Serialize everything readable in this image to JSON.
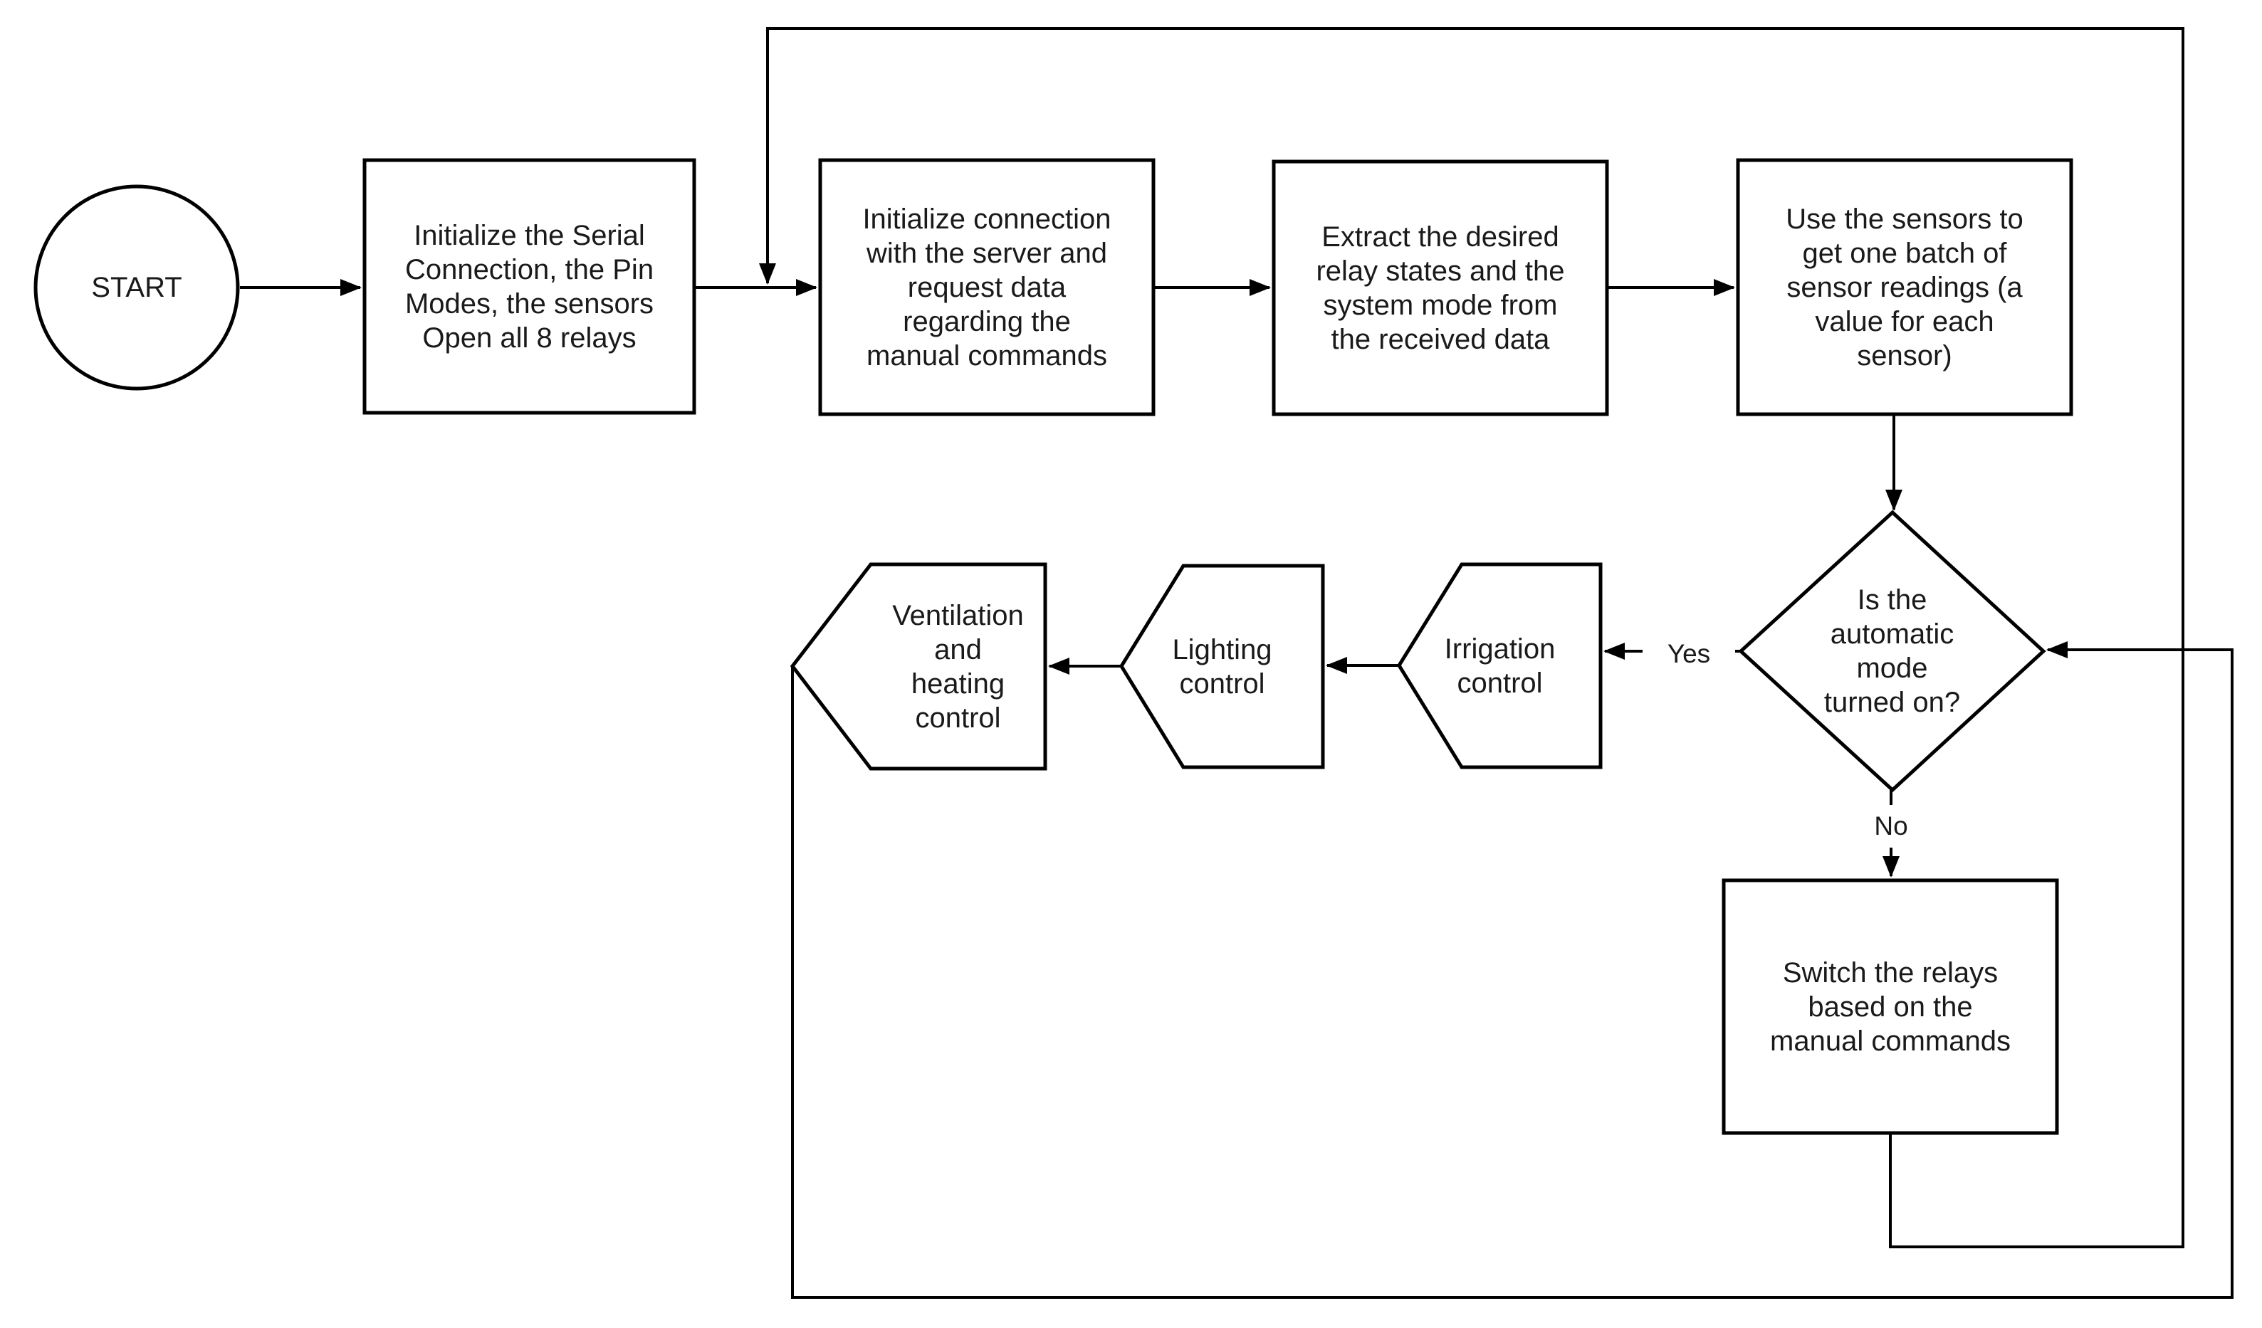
{
  "canvas": {
    "background": "#ffffff",
    "stroke_color": "#000000",
    "text_color": "#1a1a1a"
  },
  "nodes": {
    "start": {
      "label": "START",
      "shape": "start-circle"
    },
    "init_serial": {
      "label": "Initialize the Serial\nConnection, the Pin\nModes, the sensors\nOpen all 8 relays",
      "shape": "process"
    },
    "server_request": {
      "label": "Initialize connection\nwith the server and\nrequest data\nregarding the\nmanual commands",
      "shape": "process"
    },
    "extract_data": {
      "label": "Extract the desired\nrelay states and the\nsystem mode from\nthe received data",
      "shape": "process"
    },
    "read_sensors": {
      "label": "Use the sensors to\nget one batch of\nsensor readings (a\nvalue for each\nsensor)",
      "shape": "process"
    },
    "auto_mode_decision": {
      "label": "Is the\nautomatic\nmode\nturned on?",
      "shape": "decision"
    },
    "irrigation": {
      "label": "Irrigation\ncontrol",
      "shape": "pentagon-left"
    },
    "lighting": {
      "label": "Lighting\ncontrol",
      "shape": "pentagon-left"
    },
    "ventilation": {
      "label": "Ventilation\nand\nheating\ncontrol",
      "shape": "pentagon-left"
    },
    "switch_relays": {
      "label": "Switch the relays\nbased on the\nmanual commands",
      "shape": "process"
    }
  },
  "edge_labels": {
    "yes": "Yes",
    "no": "No"
  }
}
